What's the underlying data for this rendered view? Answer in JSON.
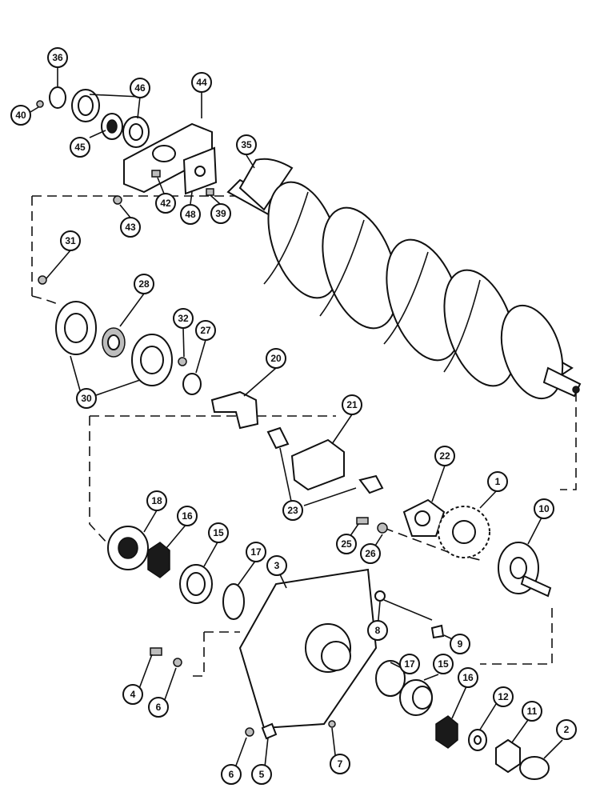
{
  "callouts": [
    {
      "label": "36"
    },
    {
      "label": "40"
    },
    {
      "label": "46"
    },
    {
      "label": "45"
    },
    {
      "label": "44"
    },
    {
      "label": "35"
    },
    {
      "label": "42"
    },
    {
      "label": "48"
    },
    {
      "label": "39"
    },
    {
      "label": "43"
    },
    {
      "label": "31"
    },
    {
      "label": "28"
    },
    {
      "label": "32"
    },
    {
      "label": "27"
    },
    {
      "label": "20"
    },
    {
      "label": "30"
    },
    {
      "label": "21"
    },
    {
      "label": "22"
    },
    {
      "label": "1"
    },
    {
      "label": "23"
    },
    {
      "label": "18"
    },
    {
      "label": "16"
    },
    {
      "label": "15"
    },
    {
      "label": "17"
    },
    {
      "label": "3"
    },
    {
      "label": "25"
    },
    {
      "label": "26"
    },
    {
      "label": "10"
    },
    {
      "label": "8"
    },
    {
      "label": "9"
    },
    {
      "label": "4"
    },
    {
      "label": "6"
    },
    {
      "label": "17"
    },
    {
      "label": "15"
    },
    {
      "label": "16"
    },
    {
      "label": "12"
    },
    {
      "label": "11"
    },
    {
      "label": "7"
    },
    {
      "label": "6"
    },
    {
      "label": "5"
    },
    {
      "label": "2"
    }
  ]
}
